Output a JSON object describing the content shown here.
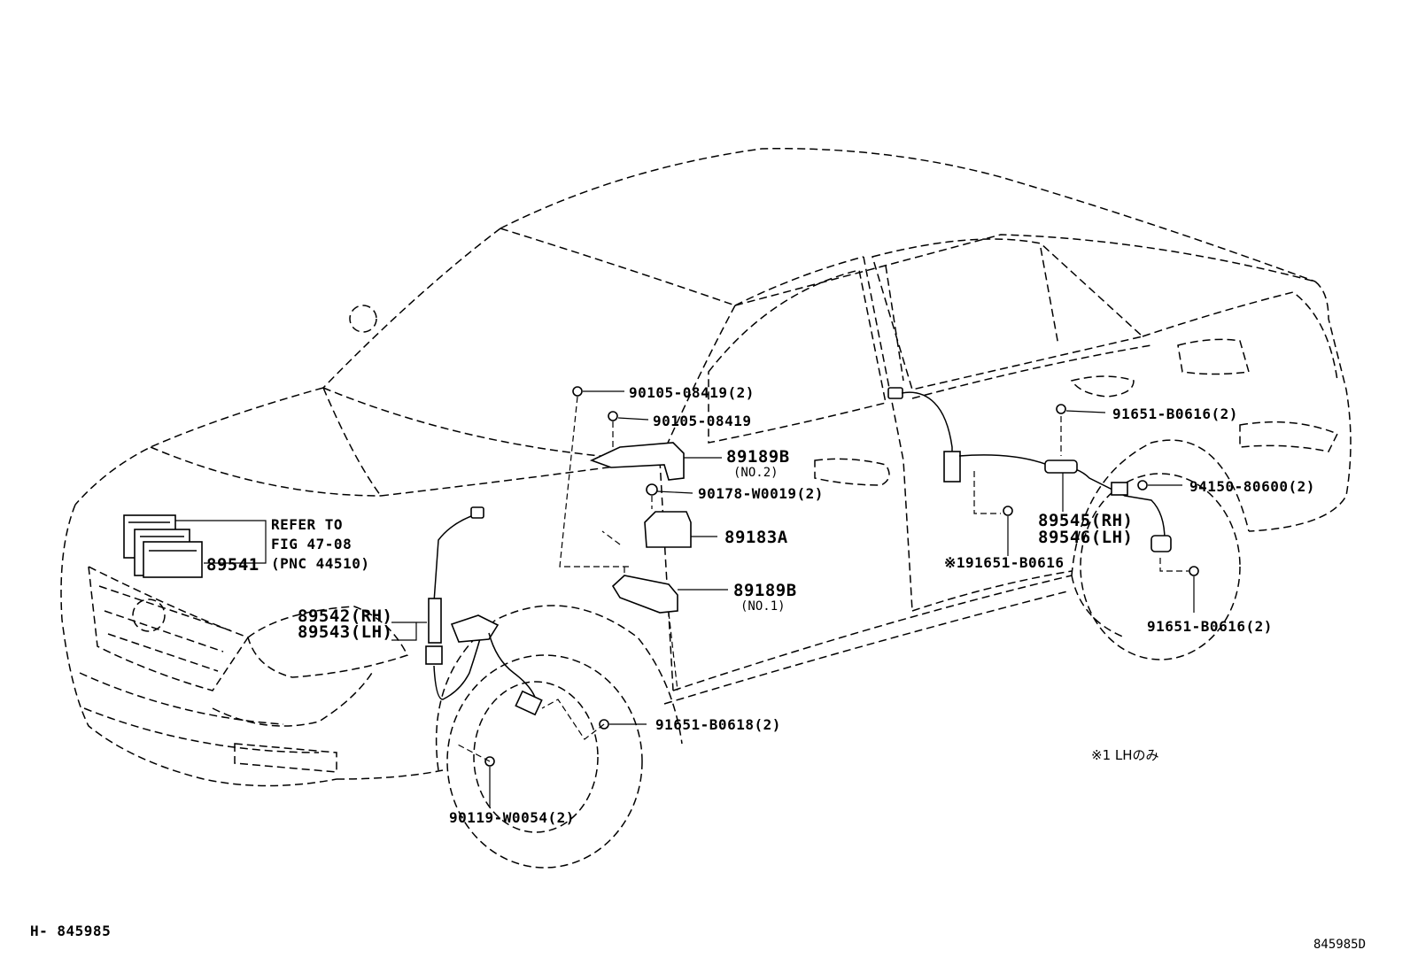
{
  "diagram": {
    "figure_id": "H- 845985",
    "image_code": "845985D",
    "note": "※1 LHのみ"
  },
  "labels": {
    "p90105_2": "90105-08419(2)",
    "p90105": "90105-08419",
    "p89189b_no2": "89189B",
    "p89189b_no2_sub": "(NO.2)",
    "p90178": "90178-W0019(2)",
    "p89183a": "89183A",
    "p89189b_no1": "89189B",
    "p89189b_no1_sub": "(NO.1)",
    "refer_1": "REFER TO",
    "refer_2": "FIG 47-08",
    "refer_3": "(PNC 44510)",
    "p89541": "89541",
    "p89542": "89542(RH)",
    "p89543": "89543(LH)",
    "p91651_b0618": "91651-B0618(2)",
    "p90119": "90119-W0054(2)",
    "p91651_b0616_top": "91651-B0616(2)",
    "p94150": "94150-80600(2)",
    "p89545": "89545(RH)",
    "p89546": "89546(LH)",
    "p191651": "※191651-B0616",
    "p91651_b0616_bot": "91651-B0616(2)"
  }
}
